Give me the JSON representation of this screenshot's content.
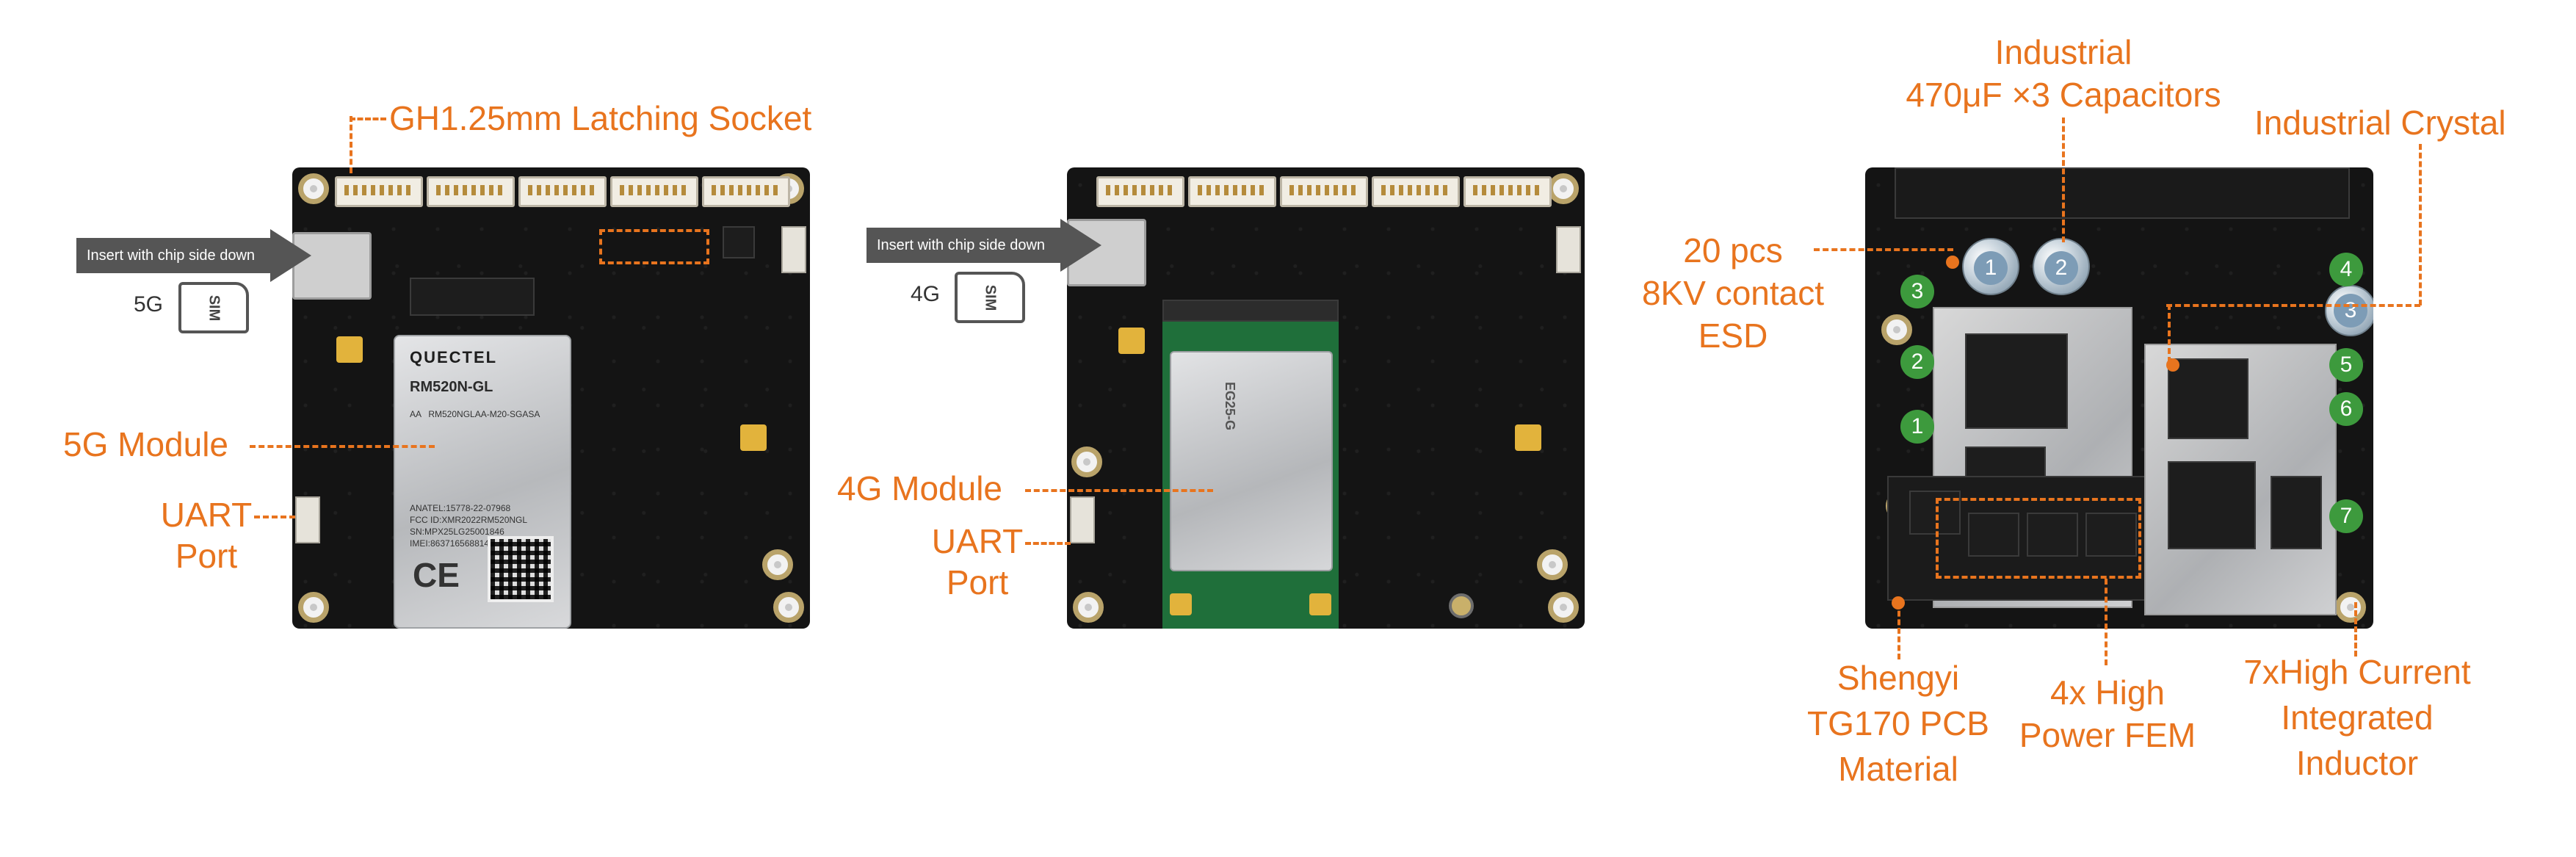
{
  "labels": {
    "gh_socket": "GH1.25mm Latching Socket",
    "insert_hint": "Insert with chip side down",
    "sim_card": "SIM",
    "tag_5g": "5G",
    "tag_4g": "4G",
    "module_5g": "5G Module",
    "module_4g": "4G Module",
    "uart_line1": "UART",
    "uart_line2": "Port",
    "caps_line1": "Industrial",
    "caps_line2": "470μF ×3 Capacitors",
    "crystal": "Industrial Crystal",
    "esd_line1": "20 pcs",
    "esd_line2": "8KV contact",
    "esd_line3": "ESD",
    "pcb_line1": "Shengyi",
    "pcb_line2": "TG170 PCB",
    "pcb_line3": "Material",
    "fem_line1": "4x High",
    "fem_line2": "Power FEM",
    "ind_line1": "7xHigh Current",
    "ind_line2": "Integrated",
    "ind_line3": "Inductor"
  },
  "module_print": {
    "brand": "QUECTEL",
    "model_5g": "RM520N-GL",
    "fine_5g": "AA   RM520NGLAA-M20-SGASA\n\n\n\n\n\n\n\nANATEL:15778-22-07968\nFCC ID:XMR2022RM520NGL\nSN:MPX25LG25001846\nIMEI:863716568814676",
    "ce_mark": "CE",
    "model_4g": "EG25-G"
  },
  "callouts": {
    "capacitors": [
      "1",
      "2"
    ],
    "inductors": [
      "1",
      "2",
      "3",
      "4",
      "5",
      "6",
      "7"
    ],
    "crystal_number": "3"
  },
  "colors": {
    "accent": "#e8741e",
    "board": "#141414",
    "inductor_badge": "#3d9a3d"
  }
}
